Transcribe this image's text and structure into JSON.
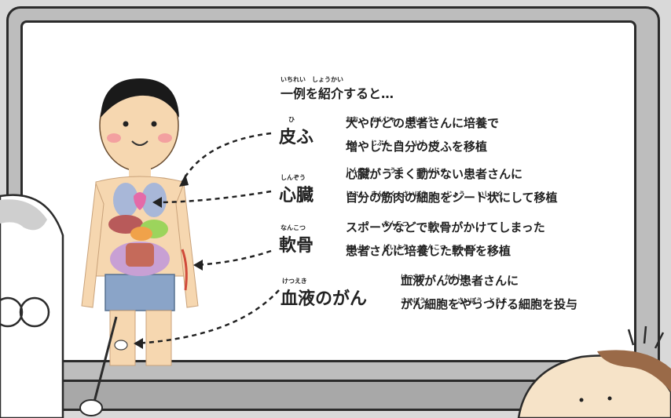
{
  "intro": {
    "ruby": "いちれい　しょうかい",
    "text": "一例を紹介すると…"
  },
  "examples": [
    {
      "term": "皮ふ",
      "term_ruby": "ひ",
      "ruby": "おお　　かんじゃ　　ばいよう",
      "line1": "大やけどの患者さんに培養で",
      "ruby2": "ふ　　　じぶん　ひ　　いしょく",
      "line2": "増やした自分の皮ふを移植"
    },
    {
      "term": "心臓",
      "term_ruby": "しんぞう",
      "ruby": "しんぞう　　　うご　　　かんじゃ",
      "line1": "心臓がうまく動かない患者さんに",
      "ruby2": "じぶん　きんにく　さいぼう　　　じょう　　いしょく",
      "line2": "自分の筋肉の細胞をシート状にして移植"
    },
    {
      "term": "軟骨",
      "term_ruby": "なんこつ",
      "ruby": "　　　　　　なんこつ",
      "line1": "スポーツなどで軟骨がかけてしまった",
      "ruby2": "かんじゃ　　ばいよう　　なんこつ　いしょく",
      "line2": "患者さんに培養した軟骨を移植"
    },
    {
      "term": "血液のがん",
      "term_ruby": "けつえき",
      "ruby": "けつえき　　　かんじゃ",
      "line1": "血液がんの患者さんに",
      "ruby2": "さいぼう　　　　　さいぼう　とうよ",
      "line2": "がん細胞をやっつける細胞を投与"
    }
  ],
  "colors": {
    "board": "#ffffff",
    "frame": "#bdbdbd",
    "skin": "#f6d7b0",
    "hair": "#1a1a1a",
    "shorts": "#8aa4c8"
  }
}
